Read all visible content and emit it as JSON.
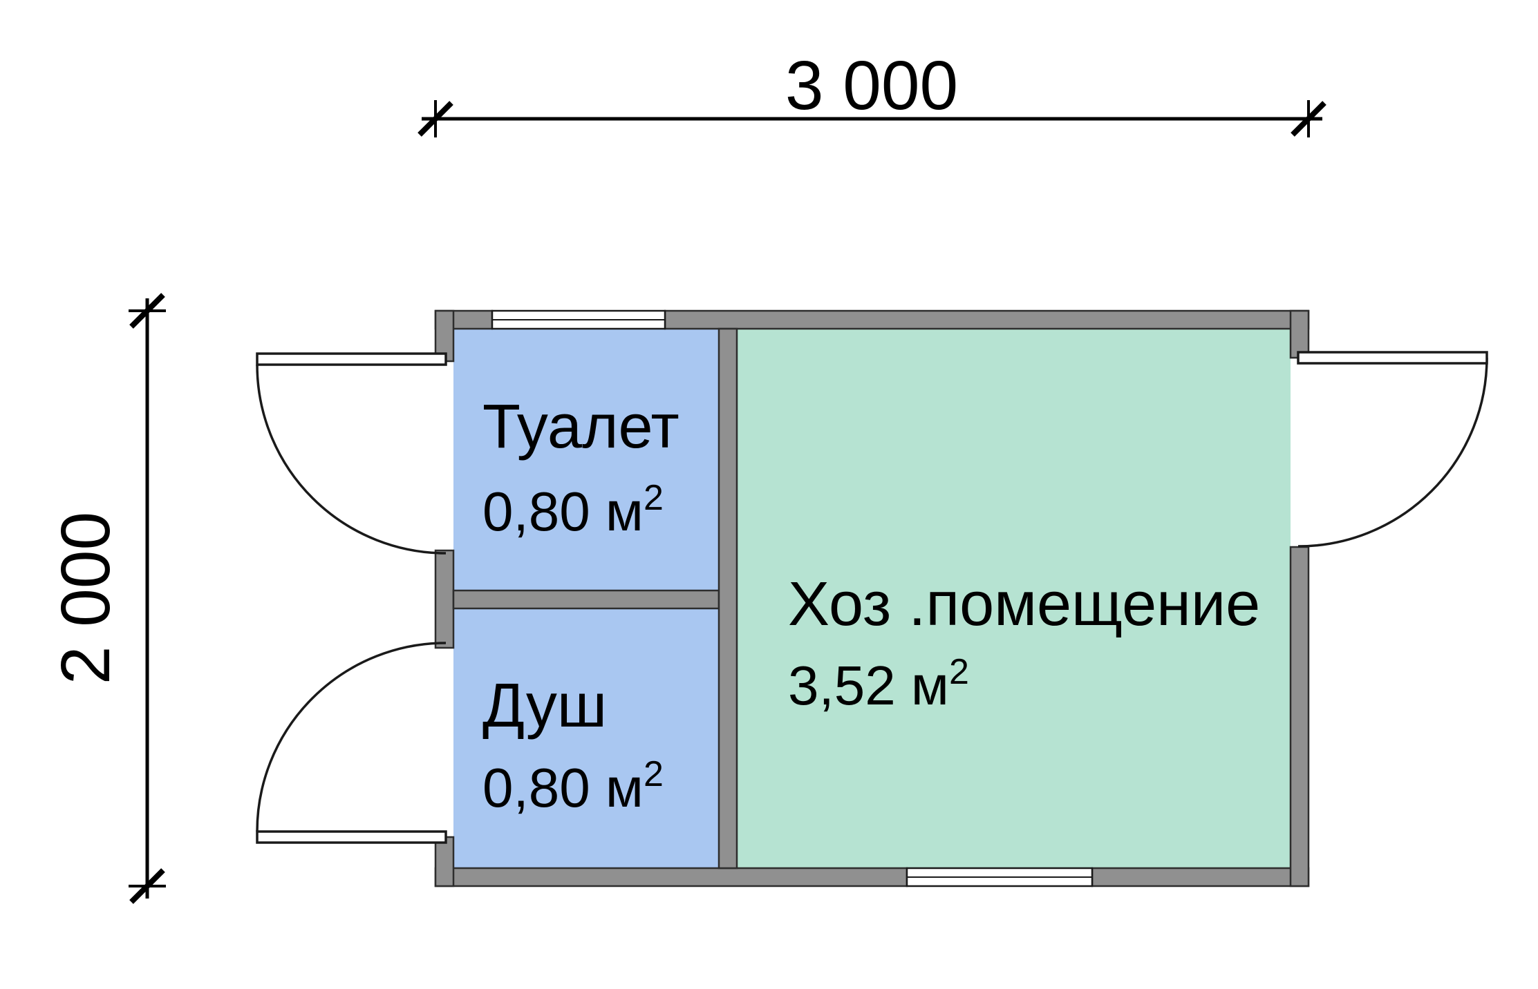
{
  "diagram": {
    "title": "floor-plan",
    "dimensions": {
      "width_label": "3 000",
      "height_label": "2 000"
    },
    "rooms": [
      {
        "name": "Туалет",
        "area_text": "0,80 м",
        "area_exp": "2",
        "color": "#a9c7f1"
      },
      {
        "name": "Душ",
        "area_text": "0,80 м",
        "area_exp": "2",
        "color": "#a9c7f1"
      },
      {
        "name": "Хоз .помещение",
        "area_text": "3,52 м",
        "area_exp": "2",
        "color": "#b6e3d2"
      }
    ],
    "colors": {
      "wall": "#909090",
      "outline": "#2d2d2d",
      "room_blue": "#a9c7f1",
      "room_green": "#b6e3d2",
      "line": "#000000",
      "background": "#ffffff"
    }
  }
}
